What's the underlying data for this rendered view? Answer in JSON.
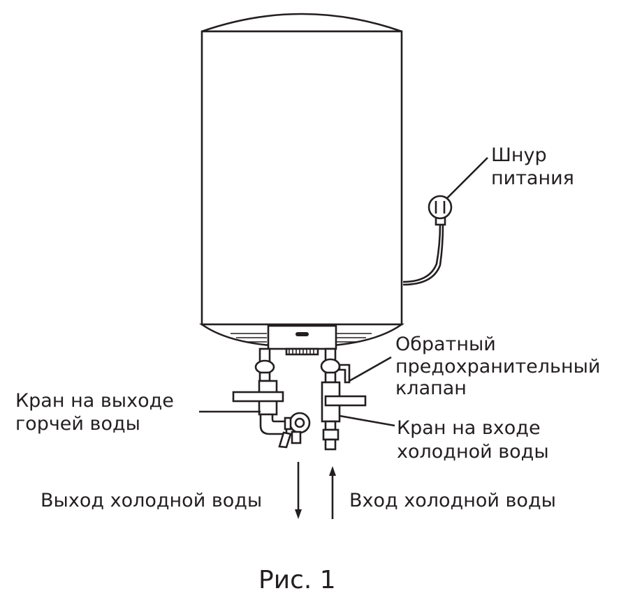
{
  "labels": {
    "power_cord_line1": "Шнур",
    "power_cord_line2": "питания",
    "check_valve_line1": "Обратный",
    "check_valve_line2": "предохранительный",
    "check_valve_line3": "клапан",
    "hot_outlet_tap_line1": "Кран на выходе",
    "hot_outlet_tap_line2": "горчей воды",
    "cold_inlet_tap_line1": "Кран на входе",
    "cold_inlet_tap_line2": "холодной воды",
    "cold_water_outlet": "Выход холодной воды",
    "cold_water_inlet": "Вход холодной воды"
  },
  "caption": "Рис. 1"
}
